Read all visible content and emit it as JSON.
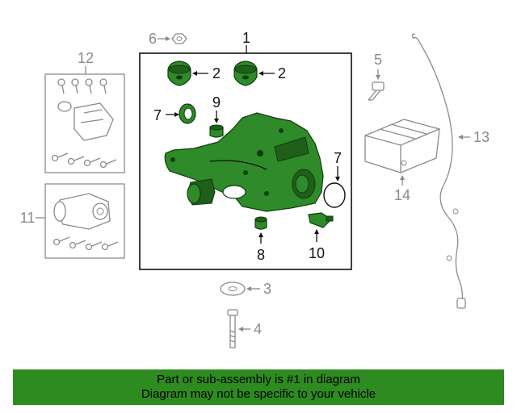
{
  "callouts": {
    "c1": "1",
    "c2a": "2",
    "c2b": "2",
    "c3": "3",
    "c4": "4",
    "c5": "5",
    "c6": "6",
    "c7a": "7",
    "c7b": "7",
    "c8": "8",
    "c9": "9",
    "c10": "10",
    "c11": "11",
    "c12": "12",
    "c13": "13",
    "c14": "14"
  },
  "banner": {
    "line1": "Part or sub-assembly is #1 in diagram",
    "line2": "Diagram may not be specific to your vehicle"
  },
  "colors": {
    "highlight": "#2e8b1f",
    "callout_dark": "#111111",
    "callout_grey": "#8a8a8a"
  }
}
